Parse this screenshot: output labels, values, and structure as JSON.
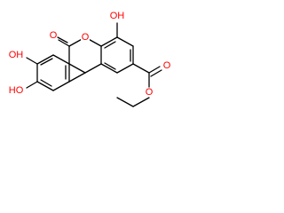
{
  "molecule": {
    "atom_labels": {
      "oh_top": "OH",
      "o_ring": "O",
      "o_carbonyl": "O",
      "oh_left_upper": "OH",
      "oh_left_lower": "HO",
      "o_ester_carbonyl": "O",
      "o_ester": "O"
    },
    "colors": {
      "bond": "#000000",
      "heteroatom": "#ff0000"
    }
  }
}
